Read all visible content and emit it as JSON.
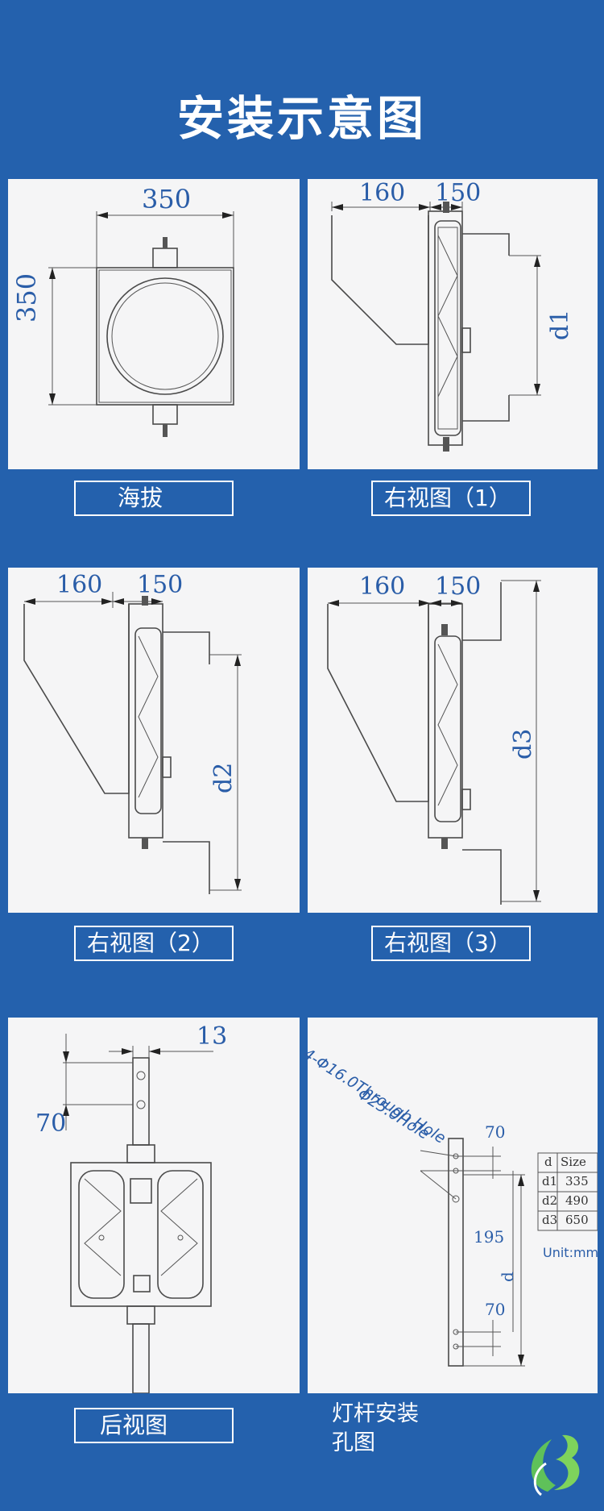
{
  "page": {
    "title": "安装示意图"
  },
  "panels": {
    "front": {
      "caption": "海拔",
      "dims": {
        "width": "350",
        "height": "350"
      }
    },
    "right1": {
      "caption": "右视图（1）",
      "dims": {
        "depth": "160",
        "body": "150",
        "d": "d1"
      }
    },
    "right2": {
      "caption": "右视图（2）",
      "dims": {
        "depth": "160",
        "body": "150",
        "d": "d2"
      }
    },
    "right3": {
      "caption": "右视图（3）",
      "dims": {
        "depth": "160",
        "body": "150",
        "d": "d3"
      }
    },
    "back": {
      "caption": "后视图",
      "dims": {
        "gap": "13",
        "pitch": "70"
      }
    },
    "bracket": {
      "caption_line1": "灯杆安装",
      "caption_line2": "孔图",
      "hole_label1": "4-Φ16.0Through Hole",
      "hole_label2": "Φ25.0Hole",
      "dims": {
        "top": "70",
        "mid": "195",
        "bottom": "70",
        "d": "d"
      },
      "table": {
        "headers": [
          "d",
          "Size"
        ],
        "rows": [
          [
            "d1",
            "335"
          ],
          [
            "d2",
            "490"
          ],
          [
            "d3",
            "650"
          ]
        ]
      },
      "unit": "Unit:mm"
    }
  },
  "colors": {
    "background": "#2461ad",
    "panel": "#f5f5f6",
    "dimension_text": "#2a5da8"
  },
  "logo": {
    "icon": "brand-logo-icon"
  }
}
